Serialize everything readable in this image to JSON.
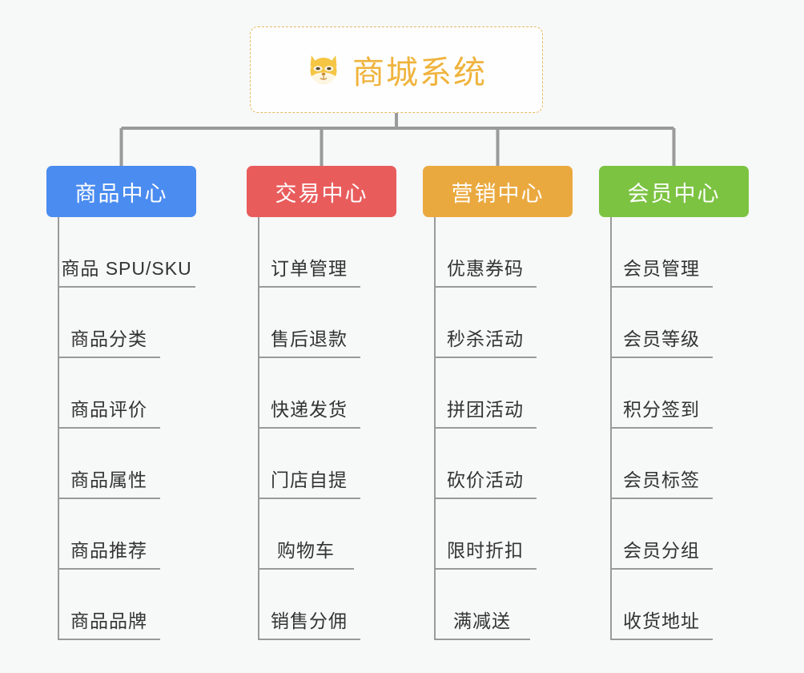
{
  "root": {
    "title": "商城系统",
    "icon": "shiba-dog-face-emoji",
    "border_color": "#e8b962",
    "text_color": "#efb33c"
  },
  "connector_color": "#9a9a9a",
  "background_color": "#f7f8f8",
  "columns": [
    {
      "id": "product-center",
      "header": "商品中心",
      "color": "#4a8cf0",
      "items": [
        "商品 SPU/SKU",
        "商品分类",
        "商品评价",
        "商品属性",
        "商品推荐",
        "商品品牌"
      ]
    },
    {
      "id": "trade-center",
      "header": "交易中心",
      "color": "#e95c5c",
      "items": [
        "订单管理",
        "售后退款",
        "快递发货",
        "门店自提",
        "购物车",
        "销售分佣"
      ]
    },
    {
      "id": "marketing-center",
      "header": "营销中心",
      "color": "#eaa93f",
      "items": [
        "优惠券码",
        "秒杀活动",
        "拼团活动",
        "砍价活动",
        "限时折扣",
        "满减送"
      ]
    },
    {
      "id": "member-center",
      "header": "会员中心",
      "color": "#7cc342",
      "items": [
        "会员管理",
        "会员等级",
        "积分签到",
        "会员标签",
        "会员分组",
        "收货地址"
      ]
    }
  ]
}
